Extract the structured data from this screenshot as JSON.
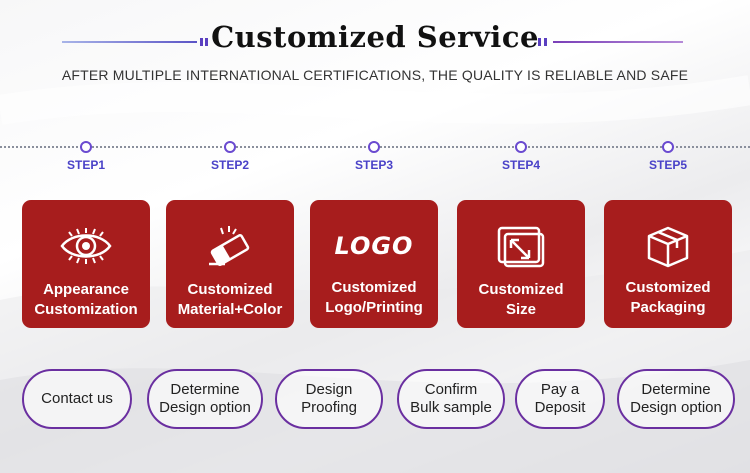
{
  "header": {
    "title": "Customized Service",
    "subtitle": "AFTER MULTIPLE INTERNATIONAL CERTIFICATIONS, THE QUALITY IS RELIABLE AND SAFE"
  },
  "steps": [
    {
      "label": "STEP1",
      "icon": "eye-icon",
      "line1": "Appearance",
      "line2": "Customization"
    },
    {
      "label": "STEP2",
      "icon": "eraser-icon",
      "line1": "Customized",
      "line2": "Material+Color"
    },
    {
      "label": "STEP3",
      "icon": "logo-text-icon",
      "icon_text": "LOGO",
      "line1": "Customized",
      "line2": "Logo/Printing"
    },
    {
      "label": "STEP4",
      "icon": "resize-icon",
      "line1": "Customized",
      "line2": "Size"
    },
    {
      "label": "STEP5",
      "icon": "box-icon",
      "line1": "Customized",
      "line2": "Packaging"
    }
  ],
  "process": [
    {
      "line1": "Contact us",
      "line2": ""
    },
    {
      "line1": "Determine",
      "line2": "Design option"
    },
    {
      "line1": "Design",
      "line2": "Proofing"
    },
    {
      "line1": "Confirm",
      "line2": "Bulk sample"
    },
    {
      "line1": "Pay a",
      "line2": "Deposit"
    },
    {
      "line1": "Determine",
      "line2": "Design option"
    }
  ],
  "colors": {
    "card": "#a71d1d",
    "accent": "#4a42c8",
    "pill_border": "#6a2fa0"
  }
}
